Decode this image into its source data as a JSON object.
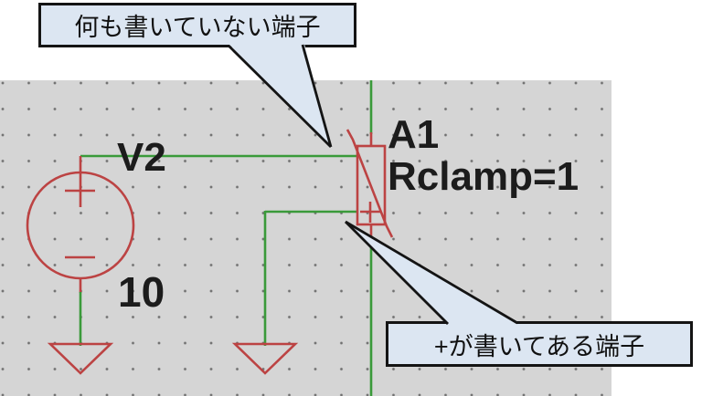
{
  "window": {
    "description": "LTspice schematic screenshot annotated with two callouts explaining the varistor terminals"
  },
  "canvas": {
    "bg_color": "#d5d5d5",
    "dot_color": "#6f6f6f"
  },
  "colors": {
    "wire_green": "#3a9a3a",
    "symbol_red": "#bc4343",
    "callout_fill": "#dce6f2",
    "callout_border": "#141414",
    "label_text": "#1c1c1c"
  },
  "callouts": {
    "top": {
      "text": "何も書いていない端子"
    },
    "bottom": {
      "text": "+が書いてある端子"
    }
  },
  "schematic": {
    "voltage_source": {
      "name": "V2",
      "value": "10"
    },
    "varistor": {
      "name": "A1",
      "value": "Rclamp=1"
    }
  }
}
